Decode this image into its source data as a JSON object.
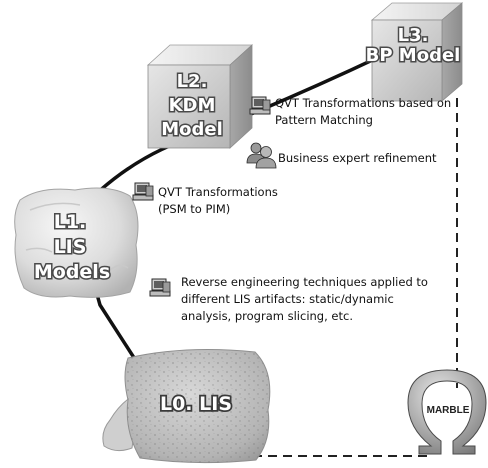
{
  "levels": {
    "l3": {
      "line1": "L3.",
      "line2": "BP Model"
    },
    "l2": {
      "line1": "L2.",
      "line2": "KDM",
      "line3": "Model"
    },
    "l1": {
      "line1": "L1.",
      "line2": "LIS",
      "line3": "Models"
    },
    "l0": {
      "line1": "L0. LIS"
    }
  },
  "annotations": {
    "qvt_pattern": {
      "line1": "QVT Transformations based on",
      "line2": "Pattern Matching",
      "icon": "computer-icon"
    },
    "business_refinement": {
      "line1": "Business expert refinement",
      "icon": "people-icon"
    },
    "qvt_psm_pim": {
      "line1": "QVT Transformations",
      "line2": "(PSM to PIM)",
      "icon": "computer-icon"
    },
    "reverse_engineering": {
      "line1": "Reverse engineering techniques applied to",
      "line2": "different LIS artifacts: static/dynamic",
      "line3": "analysis, program slicing, etc.",
      "icon": "computer-icon"
    }
  },
  "logo": {
    "text": "MARBLE"
  }
}
